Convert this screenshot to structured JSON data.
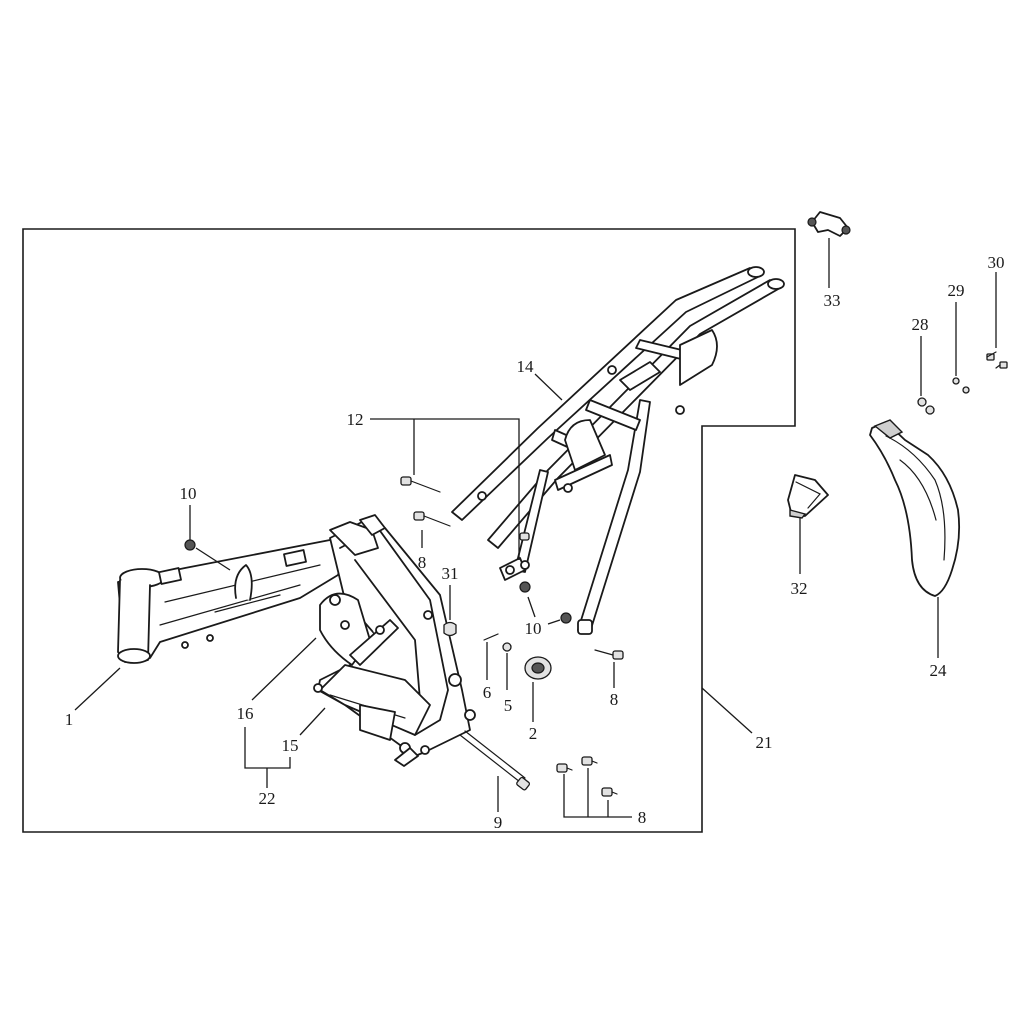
{
  "callouts": [
    {
      "id": "c1",
      "label": "1"
    },
    {
      "id": "c2",
      "label": "2"
    },
    {
      "id": "c5",
      "label": "5"
    },
    {
      "id": "c6",
      "label": "6"
    },
    {
      "id": "c8a",
      "label": "8"
    },
    {
      "id": "c8b",
      "label": "8"
    },
    {
      "id": "c8c",
      "label": "8"
    },
    {
      "id": "c9",
      "label": "9"
    },
    {
      "id": "c10a",
      "label": "10"
    },
    {
      "id": "c10b",
      "label": "10"
    },
    {
      "id": "c12",
      "label": "12"
    },
    {
      "id": "c14",
      "label": "14"
    },
    {
      "id": "c15",
      "label": "15"
    },
    {
      "id": "c16",
      "label": "16"
    },
    {
      "id": "c21",
      "label": "21"
    },
    {
      "id": "c22",
      "label": "22"
    },
    {
      "id": "c24",
      "label": "24"
    },
    {
      "id": "c28",
      "label": "28"
    },
    {
      "id": "c29",
      "label": "29"
    },
    {
      "id": "c30",
      "label": "30"
    },
    {
      "id": "c31",
      "label": "31"
    },
    {
      "id": "c32",
      "label": "32"
    },
    {
      "id": "c33",
      "label": "33"
    }
  ]
}
